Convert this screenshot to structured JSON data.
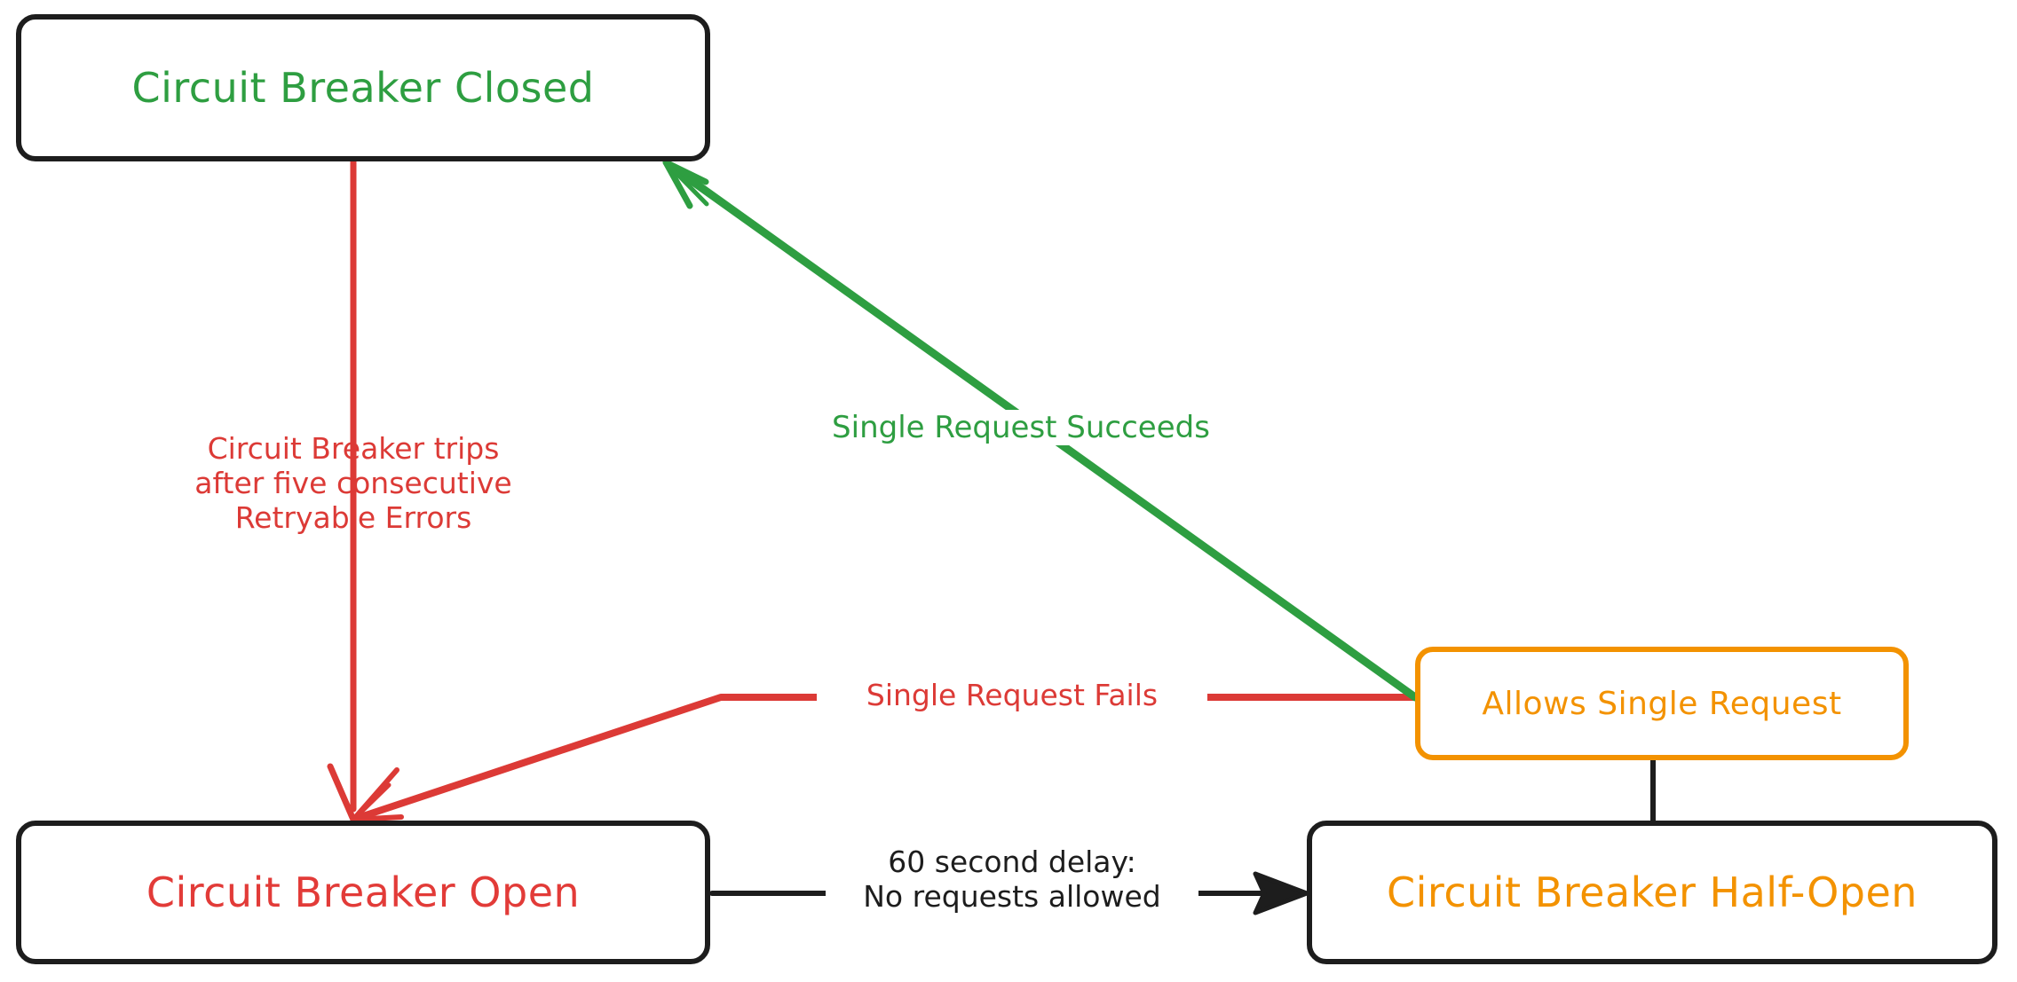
{
  "diagram": {
    "type": "state-diagram",
    "title": "Circuit Breaker State Diagram",
    "background": "#ffffff",
    "colors": {
      "green": "#2e9e41",
      "red": "#dc3a36",
      "orange": "#f39200",
      "black": "#1d1d1d",
      "white": "#ffffff"
    },
    "nodes": [
      {
        "id": "closed",
        "label": "Circuit Breaker Closed",
        "text_color": "#2e9e41",
        "border_color": "#1d1d1d",
        "shape": "rounded-rectangle"
      },
      {
        "id": "open",
        "label": "Circuit Breaker Open",
        "text_color": "#e23b38",
        "border_color": "#1d1d1d",
        "shape": "rounded-rectangle"
      },
      {
        "id": "half-open",
        "label": "Circuit Breaker Half-Open",
        "text_color": "#f39200",
        "border_color": "#1d1d1d",
        "shape": "rounded-rectangle"
      },
      {
        "id": "allows-single-request",
        "label": "Allows Single Request",
        "text_color": "#f39200",
        "border_color": "#f39200",
        "shape": "rounded-rectangle"
      }
    ],
    "edges": [
      {
        "id": "closed-to-open",
        "from": "closed",
        "to": "open",
        "color": "#dc3a36",
        "arrow": true,
        "label_lines": [
          "Circuit Breaker trips",
          "after five consecutive",
          "Retryable Errors"
        ]
      },
      {
        "id": "allows-to-closed",
        "from": "allows-single-request",
        "to": "closed",
        "color": "#2e9e41",
        "arrow": true,
        "label_lines": [
          "Single Request Succeeds"
        ]
      },
      {
        "id": "allows-to-open",
        "from": "allows-single-request",
        "to": "open",
        "color": "#dc3a36",
        "arrow": true,
        "label_lines": [
          "Single Request Fails"
        ]
      },
      {
        "id": "open-to-half-open",
        "from": "open",
        "to": "half-open",
        "color": "#1d1d1d",
        "arrow": true,
        "label_lines": [
          "60 second delay:",
          "No requests allowed"
        ]
      },
      {
        "id": "half-open-to-allows",
        "from": "half-open",
        "to": "allows-single-request",
        "color": "#1d1d1d",
        "arrow": false,
        "label_lines": []
      }
    ]
  }
}
